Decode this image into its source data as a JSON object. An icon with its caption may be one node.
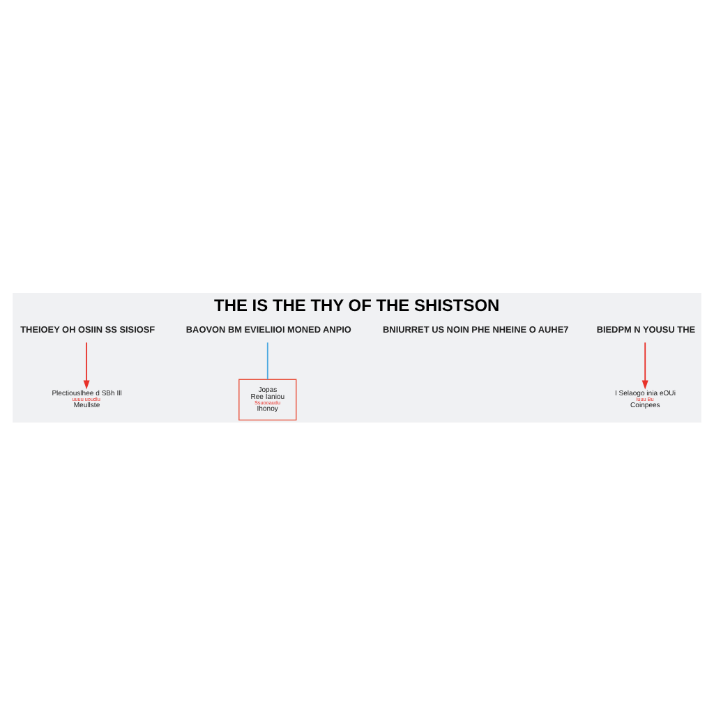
{
  "diagram": {
    "title": "THE IS THE THY OF THE SHISTSON",
    "nodes": [
      {
        "text": [
          "THEIOEY OH OSIIN SS SISIOSF"
        ]
      },
      {
        "text": [
          "BAOVON BM EVIELIIOI MONED ANPIO"
        ]
      },
      {
        "text": [
          "BNIURRET US NOIN PHE NHEINE O AUHE7"
        ]
      },
      {
        "text": [
          "BIEDPM N YOUSU THE"
        ]
      },
      {
        "text": [
          "Plectiouslhee d SBh Ill",
          "uuuu uoudlu",
          "Meullste"
        ]
      },
      {
        "text": [
          "Jopas",
          "Ree Ianiou",
          "Ssuooaudu",
          "Ihonoy"
        ]
      },
      {
        "text": [
          "I Selaogo inia eOUi",
          "Iuuu Bu",
          "Coinpees"
        ]
      }
    ],
    "edges": [
      {
        "from": 0,
        "to": 4,
        "arrow": "to",
        "color": "#e8322a"
      },
      {
        "from": 1,
        "to": 5,
        "arrow": "none",
        "color": "#4aa8e0"
      },
      {
        "from": 3,
        "to": 6,
        "arrow": "to",
        "color": "#e8322a"
      }
    ]
  }
}
